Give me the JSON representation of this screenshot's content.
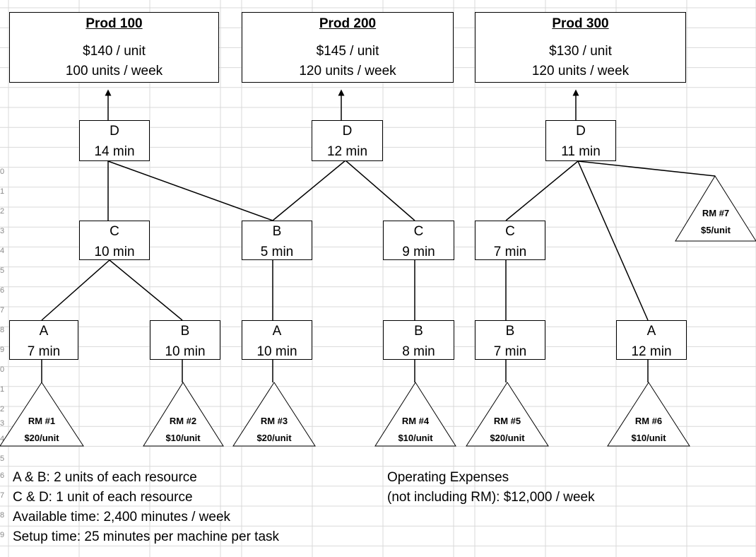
{
  "products": [
    {
      "title": "Prod 100",
      "price": "$140 / unit",
      "demand": "100 units / week"
    },
    {
      "title": "Prod 200",
      "price": "$145 / unit",
      "demand": "120 units / week"
    },
    {
      "title": "Prod 300",
      "price": "$130 / unit",
      "demand": "120 units / week"
    }
  ],
  "operations": [
    {
      "resource": "D",
      "time": "14 min"
    },
    {
      "resource": "D",
      "time": "12 min"
    },
    {
      "resource": "D",
      "time": "11 min"
    },
    {
      "resource": "C",
      "time": "10 min"
    },
    {
      "resource": "B",
      "time": "5 min"
    },
    {
      "resource": "C",
      "time": "9 min"
    },
    {
      "resource": "C",
      "time": "7 min"
    },
    {
      "resource": "A",
      "time": "7 min"
    },
    {
      "resource": "B",
      "time": "10 min"
    },
    {
      "resource": "A",
      "time": "10 min"
    },
    {
      "resource": "B",
      "time": "8 min"
    },
    {
      "resource": "B",
      "time": "7 min"
    },
    {
      "resource": "A",
      "time": "12 min"
    }
  ],
  "raw_materials": [
    {
      "name": "RM #1",
      "cost": "$20/unit"
    },
    {
      "name": "RM #2",
      "cost": "$10/unit"
    },
    {
      "name": "RM #3",
      "cost": "$20/unit"
    },
    {
      "name": "RM #4",
      "cost": "$10/unit"
    },
    {
      "name": "RM #5",
      "cost": "$20/unit"
    },
    {
      "name": "RM #6",
      "cost": "$10/unit"
    },
    {
      "name": "RM #7",
      "cost": "$5/unit"
    }
  ],
  "notes": {
    "resources_ab": "A & B: 2 units of each resource",
    "resources_cd": "C & D: 1 unit of each resource",
    "available_time": "Available time:  2,400 minutes / week",
    "setup_time": "Setup time: 25 minutes per machine per task",
    "opex_line1": "Operating Expenses",
    "opex_line2": "(not including RM): $12,000 / week"
  },
  "row_numbers": [
    "0",
    "1",
    "2",
    "3",
    "4",
    "5",
    "6",
    "7",
    "8",
    "9",
    "0",
    "1",
    "2",
    "3",
    "4",
    "5",
    "6",
    "7",
    "8",
    "9"
  ]
}
